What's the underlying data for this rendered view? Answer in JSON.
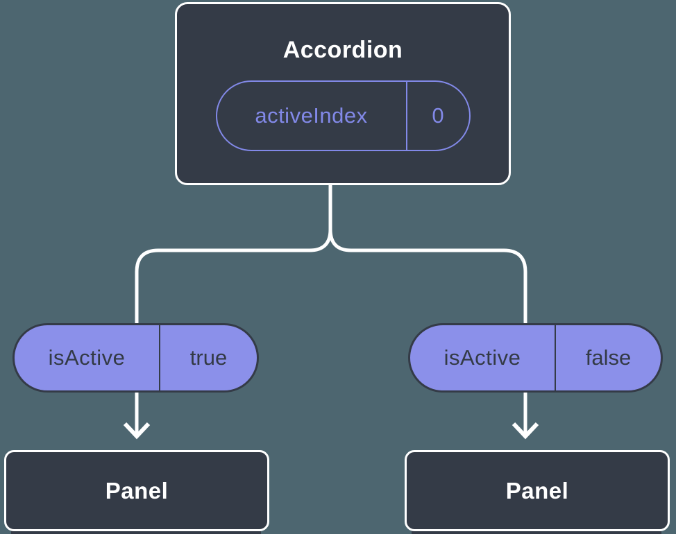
{
  "colors": {
    "background": "#4D6670",
    "node_fill": "#343B47",
    "node_border": "#FFFFFF",
    "node_text": "#FFFFFF",
    "pill_fill": "#8B90EA",
    "pill_text": "#333A45",
    "accent_purple": "#8289E8",
    "connector": "#FFFFFF"
  },
  "tree": {
    "root": {
      "label": "Accordion",
      "state": {
        "name": "activeIndex",
        "value": "0"
      }
    },
    "children": [
      {
        "prop_name": "isActive",
        "prop_value": "true",
        "label": "Panel"
      },
      {
        "prop_name": "isActive",
        "prop_value": "false",
        "label": "Panel"
      }
    ]
  }
}
